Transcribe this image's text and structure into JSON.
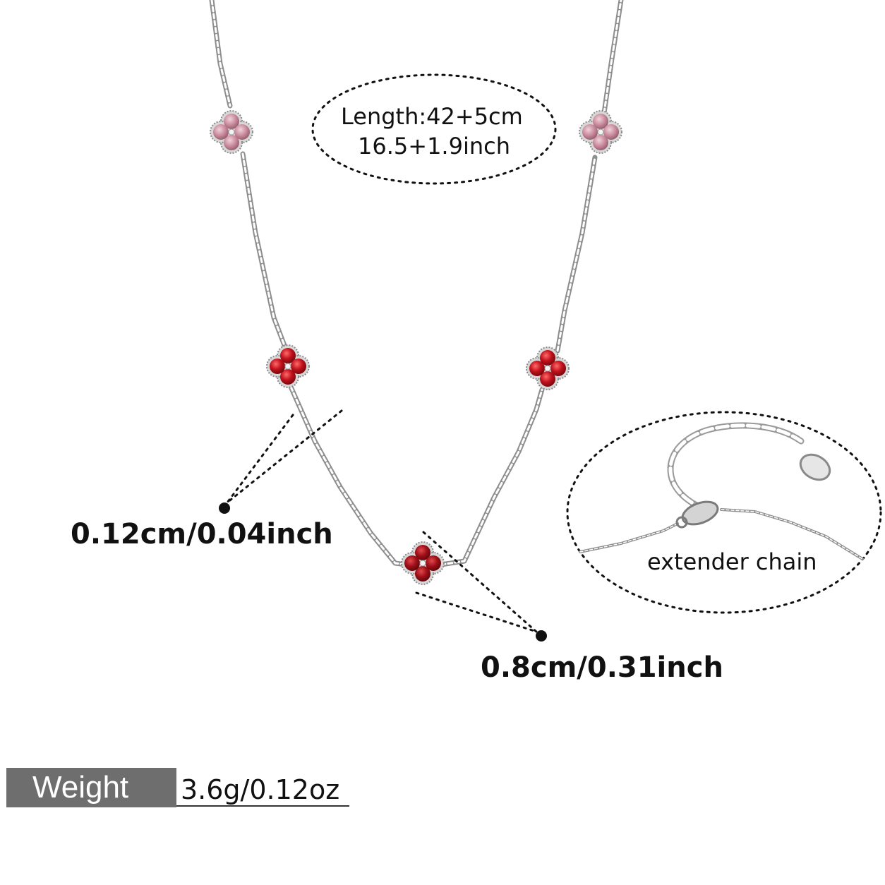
{
  "labels": {
    "length_cm": "Length:42+5cm",
    "length_inch": "16.5+1.9inch",
    "chain_thickness": "0.12cm/0.04inch",
    "charm_width": "0.8cm/0.31inch",
    "extender": "extender chain",
    "weight_key": "Weight",
    "weight_value": "3.6g/0.12oz"
  },
  "colors": {
    "pink_stone": "#c98a9c",
    "red_stone": "#b5121b",
    "silver": "#a8a8a8",
    "weight_box": "#6e6e6e",
    "text": "#111111"
  },
  "icons": {
    "charm": "four-leaf-clover-charm",
    "clasp": "lobster-clasp",
    "tag": "oval-tag"
  }
}
